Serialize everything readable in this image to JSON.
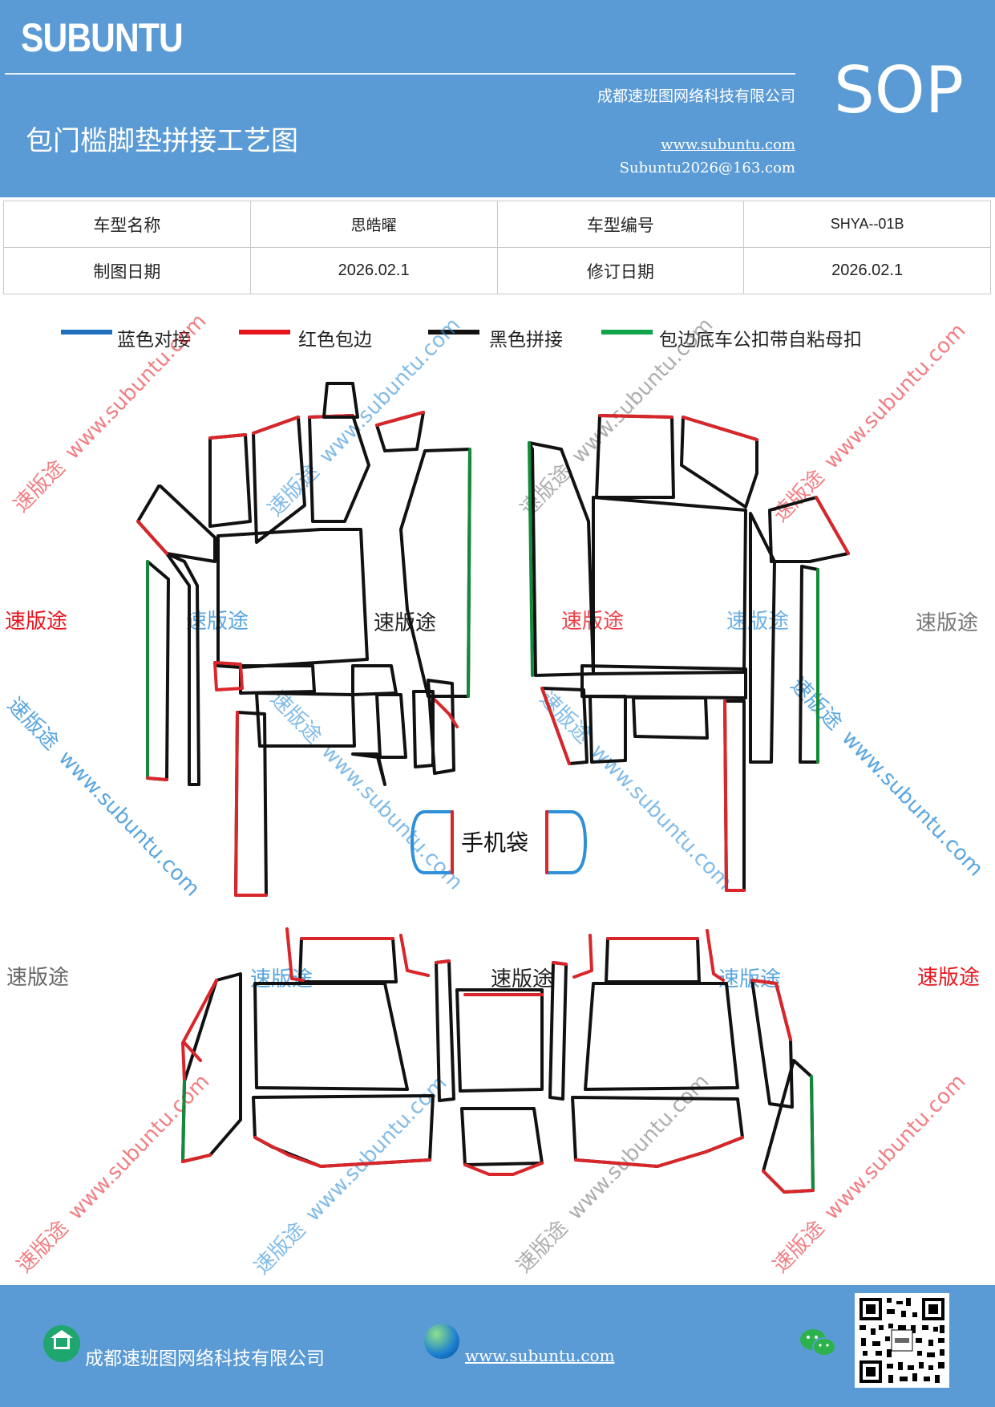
{
  "header": {
    "brand": "SUBUNTU",
    "company": "成都速班图网络科技有限公司",
    "title": "包门槛脚垫拼接工艺图",
    "website": "www.subuntu.com",
    "email": "Subuntu2026@163.com",
    "badge": "SOP"
  },
  "info_table": {
    "rows": [
      [
        "车型名称",
        "思皓曜",
        "车型编号",
        "SHYA--01B"
      ],
      [
        "制图日期",
        "2026.02.1",
        "修订日期",
        "2026.02.1"
      ]
    ]
  },
  "legend": [
    {
      "label": "蓝色对接",
      "color": "#1f6fbf"
    },
    {
      "label": "红色包边",
      "color": "#e8141d"
    },
    {
      "label": "黑色拼接",
      "color": "#111111"
    },
    {
      "label": "包边底车公扣带自粘母扣",
      "color": "#0fa34a"
    }
  ],
  "drawing": {
    "phone_pocket_label": "手机袋",
    "watermark_text": "速版途",
    "watermark_url": "www.subuntu.com",
    "colors": {
      "black": "#111111",
      "red": "#d9262b",
      "green": "#138a3a",
      "blue": "#2f8fd8"
    }
  },
  "footer": {
    "company": "成都速班图网络科技有限公司",
    "website": "www.subuntu.com"
  },
  "icons": {
    "footer_home": "home-icon",
    "footer_globe": "globe-icon",
    "footer_wechat": "wechat-icon",
    "footer_qr": "qr-code"
  }
}
